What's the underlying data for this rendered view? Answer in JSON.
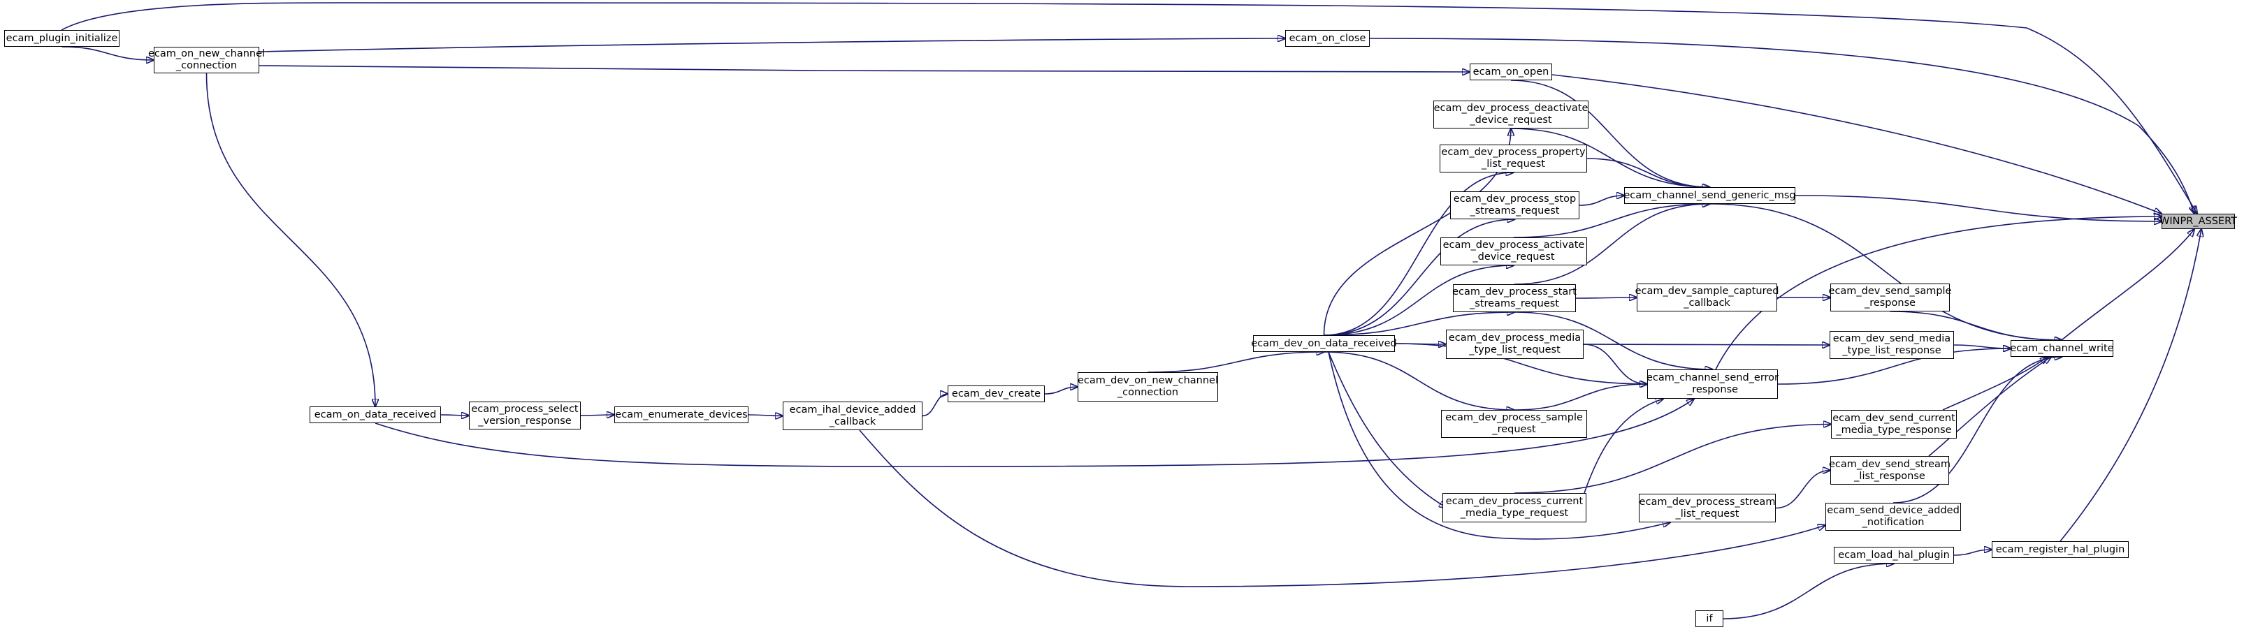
{
  "diagram": {
    "root": "winpr_assert",
    "nodes": [
      {
        "id": "winpr_assert",
        "lines": [
          "WINPR_ASSERT"
        ]
      },
      {
        "id": "plugin_initialize",
        "lines": [
          "ecam_plugin_initialize"
        ]
      },
      {
        "id": "on_new_channel_connection",
        "lines": [
          "ecam_on_new_channel",
          "_connection"
        ]
      },
      {
        "id": "on_close",
        "lines": [
          "ecam_on_close"
        ]
      },
      {
        "id": "on_open",
        "lines": [
          "ecam_on_open"
        ]
      },
      {
        "id": "deactivate",
        "lines": [
          "ecam_dev_process_deactivate",
          "_device_request"
        ]
      },
      {
        "id": "property",
        "lines": [
          "ecam_dev_process_property",
          "_list_request"
        ]
      },
      {
        "id": "stop_streams",
        "lines": [
          "ecam_dev_process_stop",
          "_streams_request"
        ]
      },
      {
        "id": "activate",
        "lines": [
          "ecam_dev_process_activate",
          "_device_request"
        ]
      },
      {
        "id": "start_streams",
        "lines": [
          "ecam_dev_process_start",
          "_streams_request"
        ]
      },
      {
        "id": "media_type_list",
        "lines": [
          "ecam_dev_process_media",
          "_type_list_request"
        ]
      },
      {
        "id": "sample_request",
        "lines": [
          "ecam_dev_process_sample",
          "_request"
        ]
      },
      {
        "id": "current_media_type",
        "lines": [
          "ecam_dev_process_current",
          "_media_type_request"
        ]
      },
      {
        "id": "channel_send_generic",
        "lines": [
          "ecam_channel_send_generic_msg"
        ]
      },
      {
        "id": "sample_captured",
        "lines": [
          "ecam_dev_sample_captured",
          "_callback"
        ]
      },
      {
        "id": "channel_send_error",
        "lines": [
          "ecam_channel_send_error",
          "_response"
        ]
      },
      {
        "id": "stream_list_request",
        "lines": [
          "ecam_dev_process_stream",
          "_list_request"
        ]
      },
      {
        "id": "send_sample_response",
        "lines": [
          "ecam_dev_send_sample",
          "_response"
        ]
      },
      {
        "id": "send_media_type_list",
        "lines": [
          "ecam_dev_send_media",
          "_type_list_response"
        ]
      },
      {
        "id": "send_current_media",
        "lines": [
          "ecam_dev_send_current",
          "_media_type_response"
        ]
      },
      {
        "id": "send_stream_list",
        "lines": [
          "ecam_dev_send_stream",
          "_list_response"
        ]
      },
      {
        "id": "send_device_added",
        "lines": [
          "ecam_send_device_added",
          "_notification"
        ]
      },
      {
        "id": "load_hal_plugin",
        "lines": [
          "ecam_load_hal_plugin"
        ]
      },
      {
        "id": "if_node",
        "lines": [
          "if"
        ]
      },
      {
        "id": "channel_write",
        "lines": [
          "ecam_channel_write"
        ]
      },
      {
        "id": "register_hal_plugin",
        "lines": [
          "ecam_register_hal_plugin"
        ]
      },
      {
        "id": "dev_on_data_received",
        "lines": [
          "ecam_dev_on_data_received"
        ]
      },
      {
        "id": "dev_on_new_channel",
        "lines": [
          "ecam_dev_on_new_channel",
          "_connection"
        ]
      },
      {
        "id": "dev_create",
        "lines": [
          "ecam_dev_create"
        ]
      },
      {
        "id": "ihal_device_added",
        "lines": [
          "ecam_ihal_device_added",
          "_callback"
        ]
      },
      {
        "id": "enumerate_devices",
        "lines": [
          "ecam_enumerate_devices"
        ]
      },
      {
        "id": "select_version",
        "lines": [
          "ecam_process_select",
          "_version_response"
        ]
      },
      {
        "id": "on_data_received",
        "lines": [
          "ecam_on_data_received"
        ]
      }
    ],
    "edges": [
      {
        "from": "plugin_initialize",
        "to": "winpr_assert"
      },
      {
        "from": "plugin_initialize",
        "to": "on_new_channel_connection"
      },
      {
        "from": "on_new_channel_connection",
        "to": "on_close"
      },
      {
        "from": "on_new_channel_connection",
        "to": "on_open"
      },
      {
        "from": "on_new_channel_connection",
        "to": "on_data_received"
      },
      {
        "from": "on_close",
        "to": "winpr_assert"
      },
      {
        "from": "on_open",
        "to": "winpr_assert"
      },
      {
        "from": "on_open",
        "to": "channel_send_generic"
      },
      {
        "from": "deactivate",
        "to": "channel_send_generic"
      },
      {
        "from": "property",
        "to": "channel_send_generic"
      },
      {
        "from": "stop_streams",
        "to": "channel_send_generic"
      },
      {
        "from": "activate",
        "to": "channel_send_generic"
      },
      {
        "from": "start_streams",
        "to": "channel_send_generic"
      },
      {
        "from": "start_streams",
        "to": "sample_captured"
      },
      {
        "from": "start_streams",
        "to": "channel_send_error"
      },
      {
        "from": "media_type_list",
        "to": "send_media_type_list"
      },
      {
        "from": "media_type_list",
        "to": "channel_send_error"
      },
      {
        "from": "sample_request",
        "to": "channel_send_error"
      },
      {
        "from": "current_media_type",
        "to": "channel_send_error"
      },
      {
        "from": "current_media_type",
        "to": "send_current_media"
      },
      {
        "from": "channel_send_generic",
        "to": "winpr_assert"
      },
      {
        "from": "channel_send_generic",
        "to": "channel_write"
      },
      {
        "from": "sample_captured",
        "to": "send_sample_response"
      },
      {
        "from": "channel_send_error",
        "to": "winpr_assert"
      },
      {
        "from": "channel_send_error",
        "to": "channel_write"
      },
      {
        "from": "stream_list_request",
        "to": "send_stream_list"
      },
      {
        "from": "send_sample_response",
        "to": "channel_write"
      },
      {
        "from": "send_media_type_list",
        "to": "channel_write"
      },
      {
        "from": "send_current_media",
        "to": "channel_write"
      },
      {
        "from": "send_stream_list",
        "to": "channel_write"
      },
      {
        "from": "send_device_added",
        "to": "channel_write"
      },
      {
        "from": "load_hal_plugin",
        "to": "register_hal_plugin"
      },
      {
        "from": "if_node",
        "to": "load_hal_plugin"
      },
      {
        "from": "channel_write",
        "to": "winpr_assert"
      },
      {
        "from": "register_hal_plugin",
        "to": "winpr_assert"
      },
      {
        "from": "dev_on_data_received",
        "to": "deactivate"
      },
      {
        "from": "dev_on_data_received",
        "to": "property"
      },
      {
        "from": "dev_on_data_received",
        "to": "stop_streams"
      },
      {
        "from": "dev_on_data_received",
        "to": "activate"
      },
      {
        "from": "dev_on_data_received",
        "to": "start_streams"
      },
      {
        "from": "dev_on_data_received",
        "to": "media_type_list"
      },
      {
        "from": "dev_on_data_received",
        "to": "sample_request"
      },
      {
        "from": "dev_on_data_received",
        "to": "current_media_type"
      },
      {
        "from": "dev_on_data_received",
        "to": "channel_send_error"
      },
      {
        "from": "dev_on_data_received",
        "to": "stream_list_request"
      },
      {
        "from": "dev_on_new_channel",
        "to": "dev_on_data_received"
      },
      {
        "from": "dev_create",
        "to": "dev_on_new_channel"
      },
      {
        "from": "ihal_device_added",
        "to": "dev_create"
      },
      {
        "from": "ihal_device_added",
        "to": "send_device_added"
      },
      {
        "from": "enumerate_devices",
        "to": "ihal_device_added"
      },
      {
        "from": "select_version",
        "to": "enumerate_devices"
      },
      {
        "from": "on_data_received",
        "to": "select_version"
      },
      {
        "from": "on_data_received",
        "to": "channel_send_error"
      }
    ]
  }
}
